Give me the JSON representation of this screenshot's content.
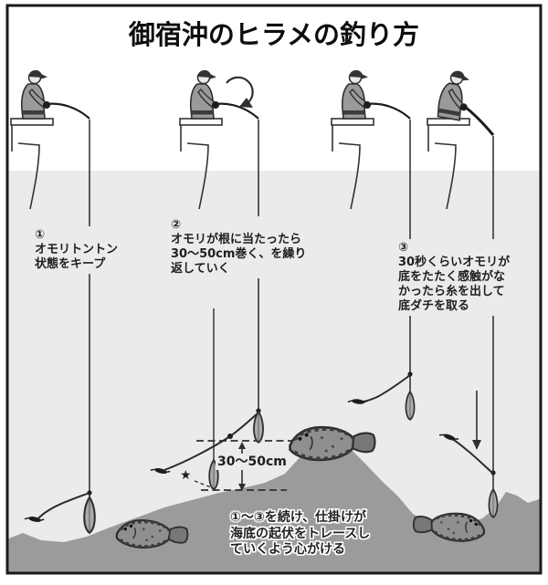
{
  "title": "御宿沖のヒラメの釣り方",
  "steps": {
    "step1": "①\nオモリトントン\n状態をキープ",
    "step2": "②\nオモリが根に当たったら\n30～50cm巻く、を繰り\n返していく",
    "step3": "③\n30秒くらいオモリが\n底をたたく感触がな\nかったら糸を出して\n底ダチを取る"
  },
  "annotations": {
    "measure": "30～50cm",
    "star": "★",
    "caption": "①～③を続け、仕掛けが\n海底の起伏をトレースし\nていくよう心がける"
  },
  "colors": {
    "water": "#ebebeb",
    "seabed": "#9b9b9b",
    "ink": "#2b2b2b",
    "figure_gray": "#9a9a9a",
    "frame_border": "#1a1a1a"
  },
  "icons": {
    "angler": "fisherman-figure-with-cap",
    "boat": "boat-gunwale-and-hull",
    "sinker": "teardrop-fishing-weight",
    "flounder": "flatfish-on-seabed",
    "reel_rotation": "circular-arrow",
    "drop": "↓",
    "star_marker": "★",
    "measure_arrow": "double-headed-vertical-arrow",
    "depth_levels": "dashed-horizontal-lines"
  }
}
